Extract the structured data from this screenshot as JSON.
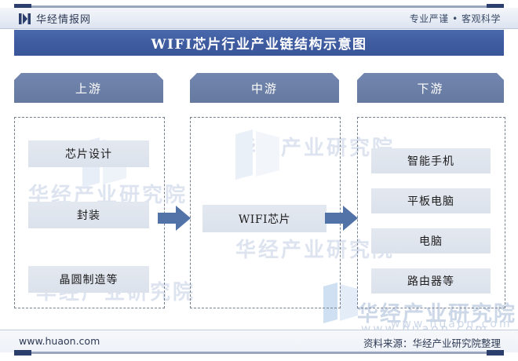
{
  "header": {
    "logo_icon": "huaon-bars-logo-icon",
    "brand": "华经情报网",
    "slogan": "专业严谨 • 客观科学"
  },
  "title": {
    "text": "WIFI芯片行业产业链结构示意图"
  },
  "diagram": {
    "columns": [
      {
        "key": "upstream",
        "header": "上游",
        "nodes": [
          "芯片设计",
          "封装",
          "晶圆制造等"
        ]
      },
      {
        "key": "midstream",
        "header": "中游",
        "nodes": [
          "WIFI芯片"
        ]
      },
      {
        "key": "downstream",
        "header": "下游",
        "nodes": [
          "智能手机",
          "平板电脑",
          "电脑",
          "路由器等"
        ]
      }
    ],
    "arrows": [
      {
        "name": "arrow-upstream-to-midstream",
        "direction": "right"
      },
      {
        "name": "arrow-midstream-to-downstream",
        "direction": "right"
      }
    ]
  },
  "watermarks": {
    "faint_text": "华经产业研究院",
    "main_text": "华经产业研究院",
    "main_url": "www.huaon.com"
  },
  "footer": {
    "site": "www.huaon.com",
    "source": "资料来源：华经产业研究院整理"
  },
  "colors": {
    "title_bar": "#3f5ca0",
    "column_header": "#66799f",
    "node_fill": "#dce2ec",
    "arrow": "#5273a8",
    "rule_cap": "#2c3e6b",
    "dashed_border": "#77808f"
  }
}
